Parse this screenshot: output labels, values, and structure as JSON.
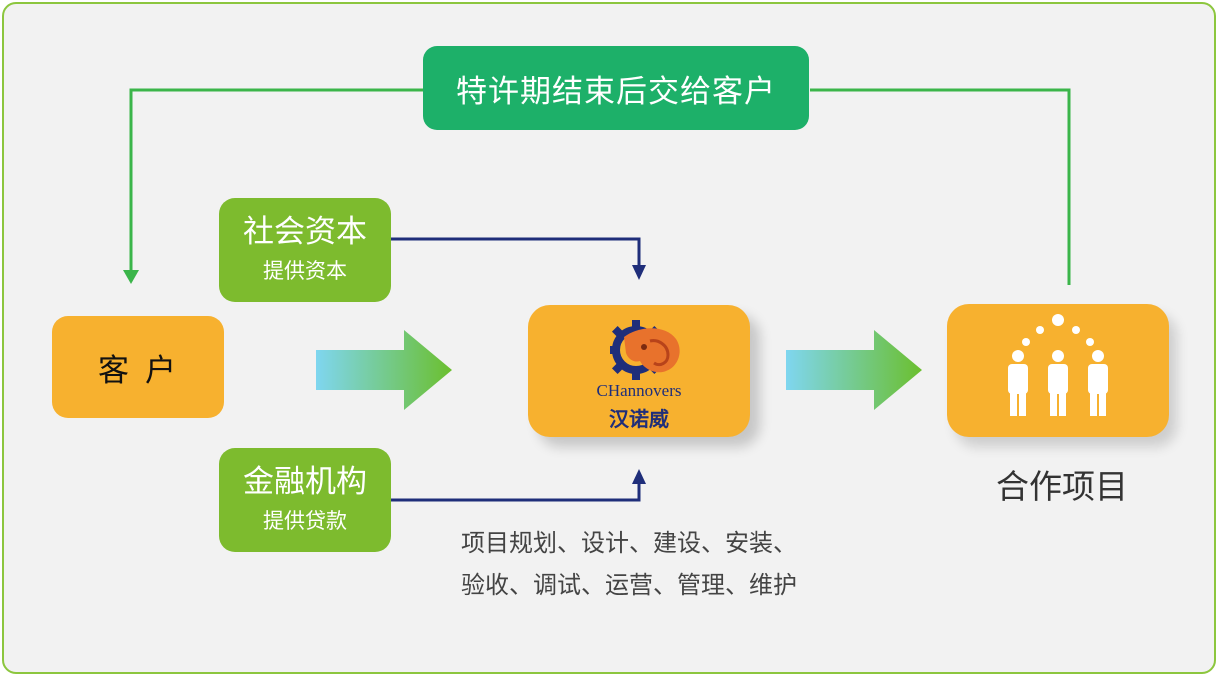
{
  "banner": {
    "label": "特许期结束后交给客户"
  },
  "social_capital": {
    "title": "社会资本",
    "subtitle": "提供资本"
  },
  "financial_institution": {
    "title": "金融机构",
    "subtitle": "提供贷款"
  },
  "customer": {
    "label": "客户"
  },
  "company": {
    "brand_en": "CHannovers",
    "brand_cn": "汉诺威",
    "logo_icon": "gear-lion-logo-icon"
  },
  "project": {
    "caption": "合作项目",
    "icon": "people-group-icon"
  },
  "services": {
    "line1": "项目规划、设计、建设、安装、",
    "line2": "验收、调试、运营、管理、维护"
  },
  "colors": {
    "frame_border": "#8cc63e",
    "green_box": "#7dbb2e",
    "banner": "#1db069",
    "orange_box": "#f7b12f",
    "navy_arrow": "#1f2e7a"
  }
}
